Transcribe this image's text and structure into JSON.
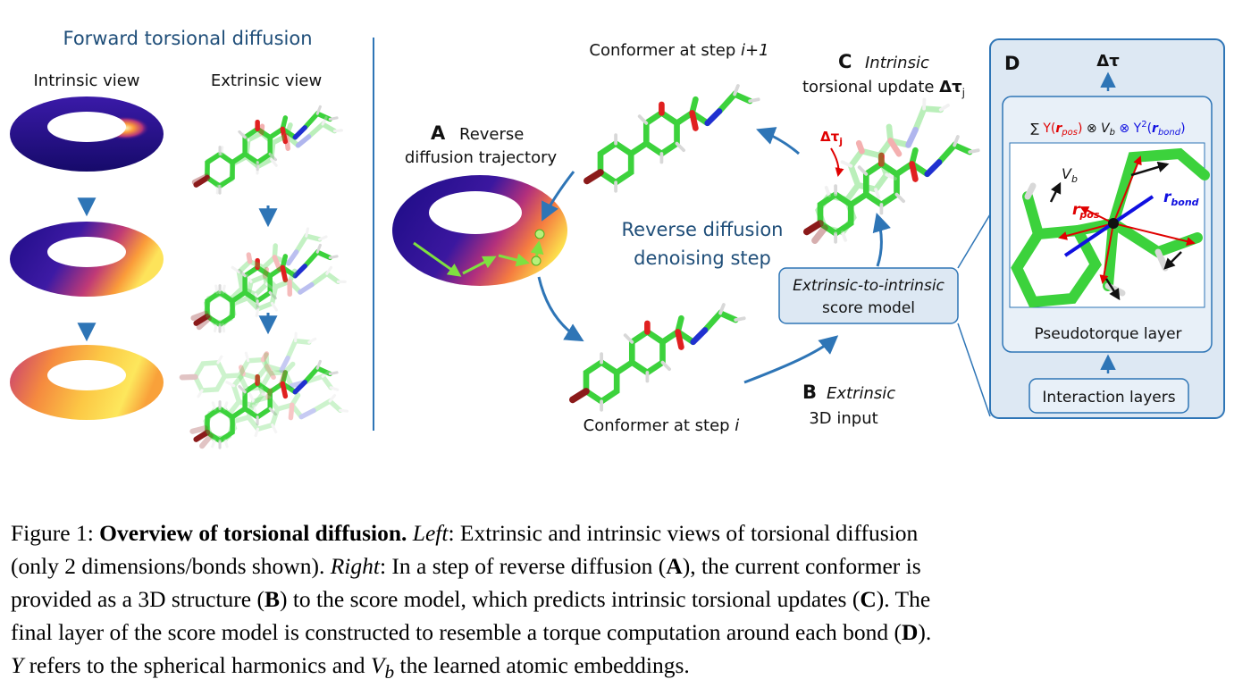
{
  "left": {
    "title": "Forward torsional diffusion",
    "intrinsic_label": "Intrinsic view",
    "extrinsic_label": "Extrinsic view"
  },
  "panel_a": {
    "letter": "A",
    "line1": "Reverse",
    "line2": "diffusion trajectory"
  },
  "top_conformer_label": {
    "prefix": "Conformer at step ",
    "var": "i+1"
  },
  "bottom_conformer_label": {
    "prefix": "Conformer at step ",
    "var": "i"
  },
  "center": {
    "line1": "Reverse diffusion",
    "line2": "denoising step"
  },
  "panel_c": {
    "letter": "C",
    "line1": "Intrinsic",
    "line2": "torsional update ",
    "delta_symbol": "Δτ",
    "delta_sub": "j"
  },
  "panel_b": {
    "letter": "B",
    "line1": "Extrinsic",
    "line2": "3D input"
  },
  "score_box": {
    "line1": "Extrinsic-to-intrinsic",
    "line2": "score model"
  },
  "panel_d": {
    "letter": "D",
    "delta_tau": "Δτ",
    "formula": {
      "sum": "∑ ",
      "y_pos_pre": "Y(",
      "r_pos": "r",
      "pos_sub": "pos",
      "y_pos_post": ")",
      "otimes1": " ⊗ ",
      "v": "V",
      "b_sub": "b",
      "otimes2": " ⊗ ",
      "y2_pre": "Y",
      "sup2": "2",
      "y2_open": "(",
      "r_bond": "r",
      "bond_sub": "bond",
      "y2_post": ")"
    },
    "vb_label": {
      "v": "V",
      "sub": "b"
    },
    "rpos_label": {
      "r": "r",
      "sub": "pos"
    },
    "rbond_label": {
      "r": "r",
      "sub": "bond"
    },
    "pseudotorque": "Pseudotorque layer",
    "interaction": "Interaction layers"
  },
  "small_delta": {
    "symbol": "Δτ",
    "sub": "j"
  },
  "caption": {
    "line1_a": "Figure 1: ",
    "line1_b": "Overview of torsional diffusion.",
    "line1_c": " ",
    "line1_d": "Left",
    "line1_e": ": Extrinsic and intrinsic views of torsional diffusion",
    "line2_a": "(only 2 dimensions/bonds shown). ",
    "line2_b": "Right",
    "line2_c": ": In a step of reverse diffusion (",
    "line2_d": "A",
    "line2_e": "), the current conformer is",
    "line3_a": "provided as a 3D structure (",
    "line3_b": "B",
    "line3_c": ") to the score model, which predicts intrinsic torsional updates (",
    "line3_d": "C",
    "line3_e": "). The",
    "line4_a": "final layer of the score model is constructed to resemble a torque computation around each bond (",
    "line4_b": "D",
    "line4_c": ").",
    "line5_a": "Y",
    "line5_b": " refers to the spherical harmonics and ",
    "line5_c": "V",
    "line5_d": "b",
    "line5_e": " the learned atomic embeddings."
  },
  "colors": {
    "title_blue": "#1f4e79",
    "arrow_blue": "#2e75b6",
    "panel_fill": "#dde8f3",
    "panel_stroke": "#2e75b6",
    "molecule_green": "#3cd23c",
    "oxygen_red": "#e02020",
    "nitrogen_blue": "#2030d0",
    "bromine": "#8b1a1a",
    "trajectory_green": "#7fe040",
    "r_pos_red": "#e00000",
    "r_bond_blue": "#1010e0"
  }
}
